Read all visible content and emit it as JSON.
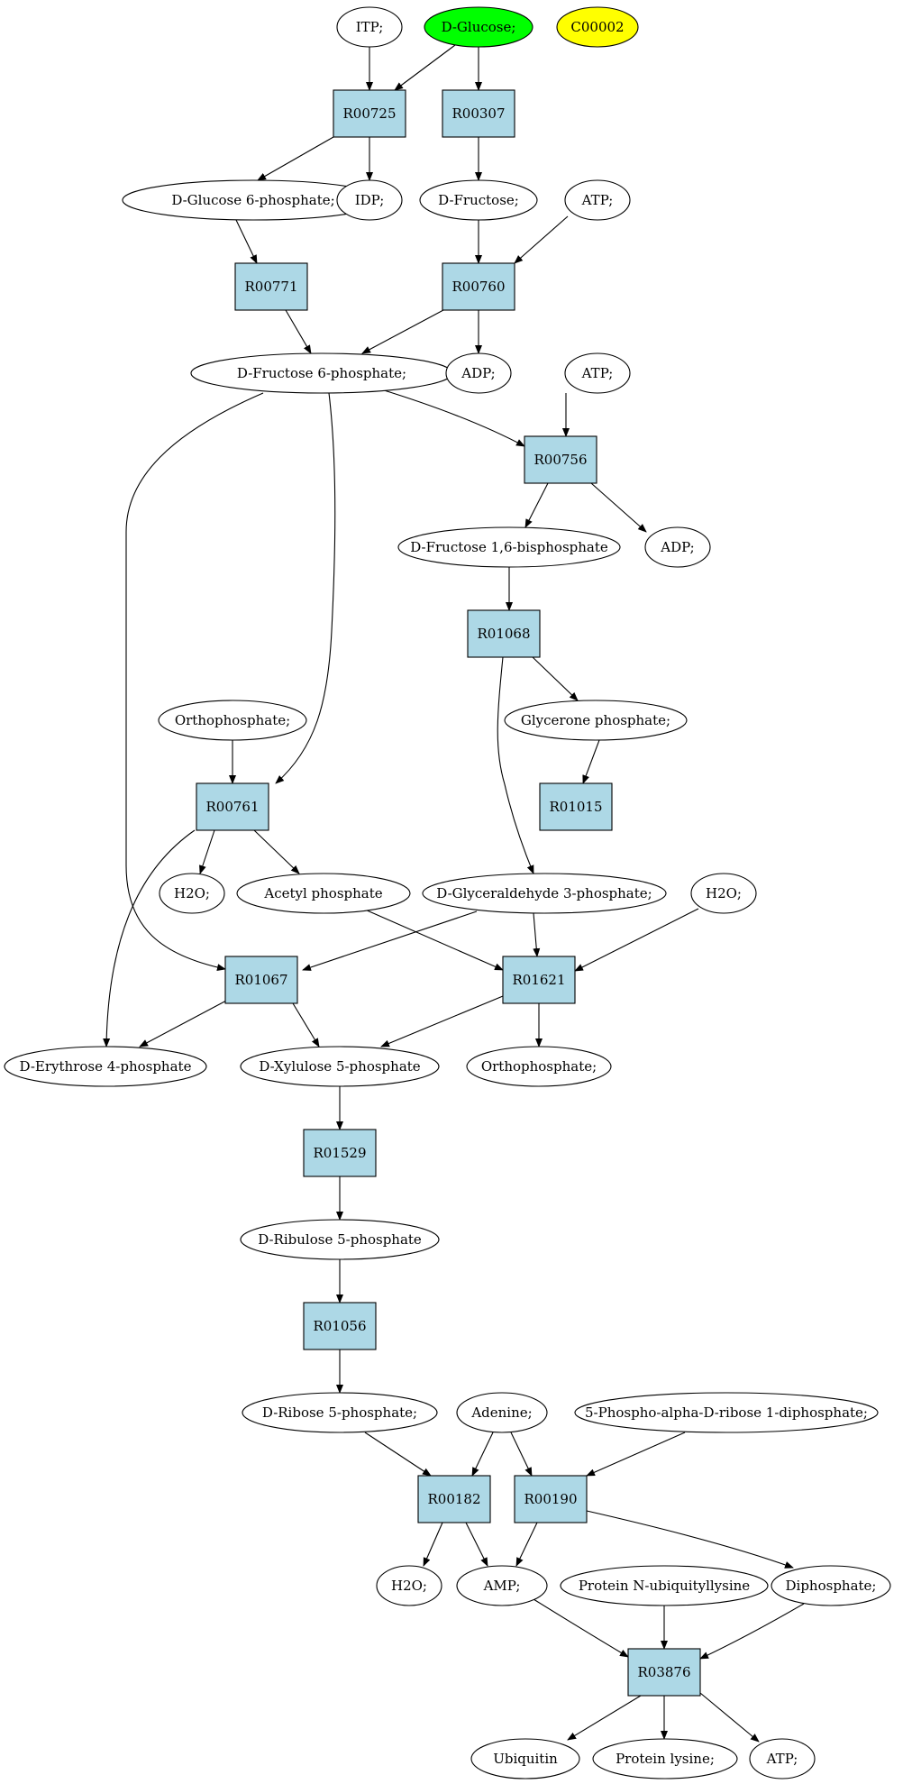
{
  "colors": {
    "reaction_fill": "#add8e6",
    "compound_fill": "#ffffff",
    "highlight_green": "#00ff00",
    "highlight_yellow": "#ffff00",
    "stroke": "#000000"
  },
  "compounds": {
    "itp": "ITP;",
    "d_glucose": "D-Glucose;",
    "c00002": "C00002",
    "d_glucose_6p": "D-Glucose 6-phosphate;",
    "idp": "IDP;",
    "d_fructose": "D-Fructose;",
    "atp1": "ATP;",
    "d_fructose_6p": "D-Fructose 6-phosphate;",
    "adp1": "ADP;",
    "atp2": "ATP;",
    "d_fructose_16bp": "D-Fructose 1,6-bisphosphate",
    "adp2": "ADP;",
    "orthophosphate1": "Orthophosphate;",
    "glycerone_p": "Glycerone phosphate;",
    "h2o1": "H2O;",
    "acetyl_p": "Acetyl phosphate",
    "d_glyceraldehyde_3p": "D-Glyceraldehyde 3-phosphate;",
    "h2o2": "H2O;",
    "d_erythrose_4p": "D-Erythrose 4-phosphate",
    "d_xylulose_5p": "D-Xylulose 5-phosphate",
    "orthophosphate2": "Orthophosphate;",
    "d_ribulose_5p": "D-Ribulose 5-phosphate",
    "d_ribose_5p": "D-Ribose 5-phosphate;",
    "adenine": "Adenine;",
    "prpp": "5-Phospho-alpha-D-ribose 1-diphosphate;",
    "h2o3": "H2O;",
    "amp": "AMP;",
    "protein_n_ubiq": "Protein N-ubiquityllysine",
    "diphosphate": "Diphosphate;",
    "ubiquitin": "Ubiquitin",
    "protein_lysine": "Protein lysine;",
    "atp3": "ATP;"
  },
  "reactions": {
    "r00725": "R00725",
    "r00307": "R00307",
    "r00771": "R00771",
    "r00760": "R00760",
    "r00756": "R00756",
    "r01068": "R01068",
    "r00761": "R00761",
    "r01015": "R01015",
    "r01067": "R01067",
    "r01621": "R01621",
    "r01529": "R01529",
    "r01056": "R01056",
    "r00182": "R00182",
    "r00190": "R00190",
    "r03876": "R03876"
  }
}
